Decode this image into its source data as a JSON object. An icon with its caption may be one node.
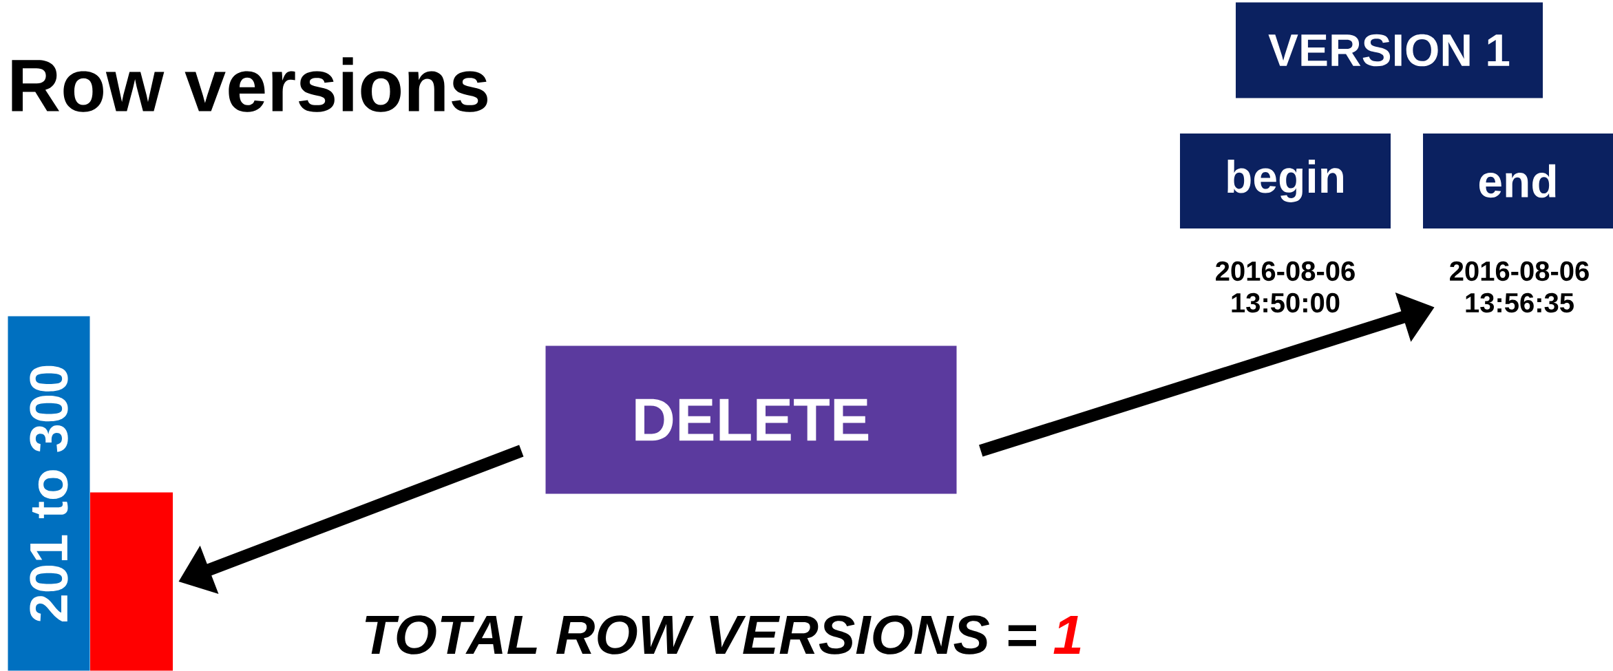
{
  "diagram": {
    "title": "Row versions",
    "nodes": [
      {
        "text": [
          "VERSION 1"
        ]
      },
      {
        "text": [
          "begin"
        ],
        "beside": [
          "2016-08-06 13:50:00"
        ]
      },
      {
        "text": [
          "end"
        ]
      },
      {
        "text": [
          "2016-08-06 13:56:35"
        ]
      },
      {
        "text": [
          "201 to 300"
        ]
      },
      {
        "text": [],
        "shape": "bar"
      },
      {
        "text": [
          "DELETE"
        ]
      }
    ],
    "edges": [
      {
        "from": 6,
        "to": 5,
        "arrow": "to"
      },
      {
        "from": 6,
        "to": 3,
        "arrow": "to"
      }
    ],
    "labels": [
      "TOTAL ROW VERSIONS =",
      "1"
    ]
  }
}
